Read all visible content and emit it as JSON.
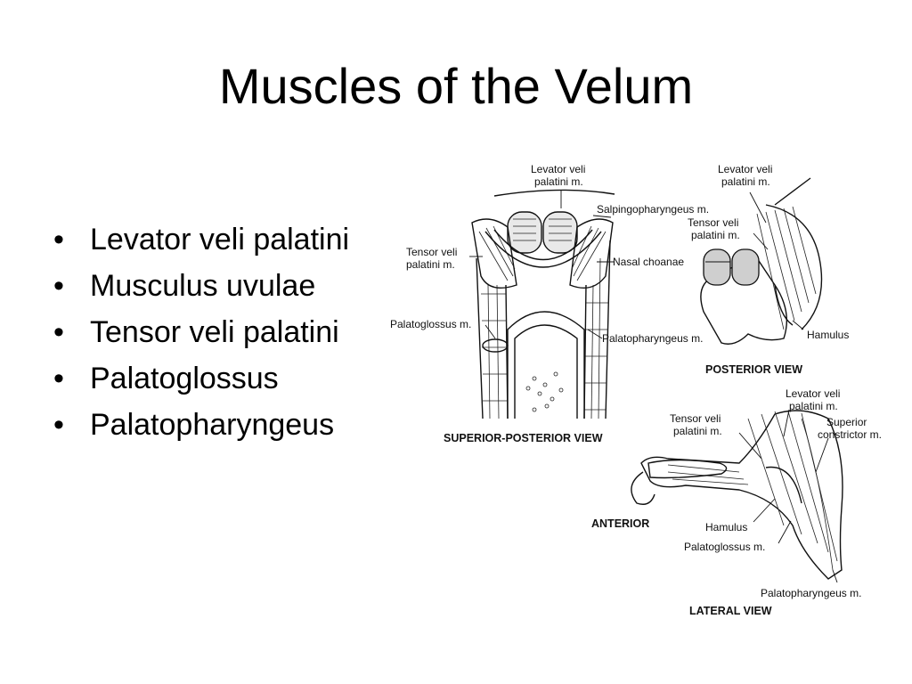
{
  "slide": {
    "title": "Muscles of the Velum",
    "bullets": [
      "Levator veli palatini",
      "Musculus uvulae",
      "Tensor veli palatini",
      "Palatoglossus",
      "Palatopharyngeus"
    ]
  },
  "figure": {
    "superior_posterior": {
      "caption": "SUPERIOR-POSTERIOR VIEW",
      "levator": [
        "Levator veli",
        "palatini m."
      ],
      "salpingo": "Salpingopharyngeus m.",
      "tensor": [
        "Tensor veli",
        "palatini m."
      ],
      "nasal": "Nasal choanae",
      "palatoglossus": "Palatoglossus m.",
      "palatopharyngeus": "Palatopharyngeus m."
    },
    "posterior": {
      "caption": "POSTERIOR VIEW",
      "levator": [
        "Levator veli",
        "palatini m."
      ],
      "tensor": [
        "Tensor veli",
        "palatini m."
      ],
      "hamulus": "Hamulus"
    },
    "lateral": {
      "caption": "LATERAL VIEW",
      "levator": [
        "Levator veli",
        "palatini m."
      ],
      "tensor": [
        "Tensor veli",
        "palatini m."
      ],
      "superior": [
        "Superior",
        "constrictor m."
      ],
      "anterior": "ANTERIOR",
      "hamulus": "Hamulus",
      "palatoglossus": "Palatoglossus m.",
      "palatopharyngeus": "Palatopharyngeus m."
    }
  }
}
